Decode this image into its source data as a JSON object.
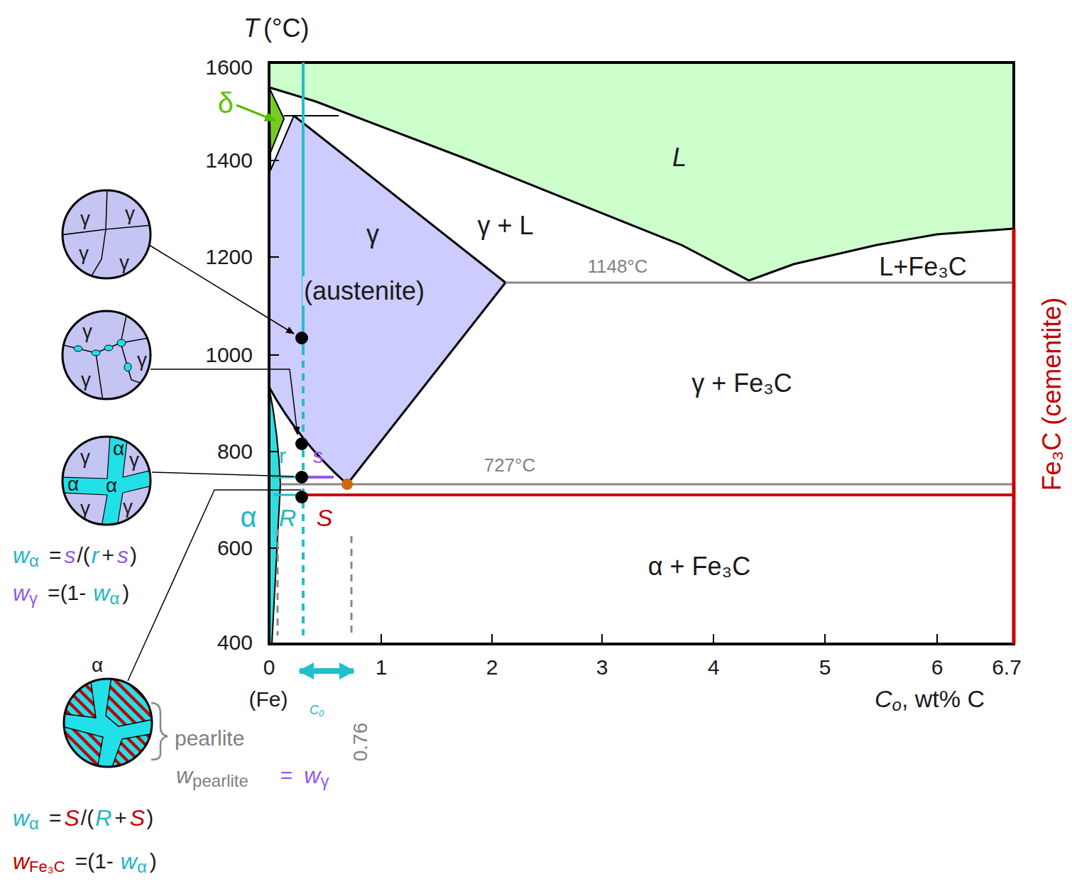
{
  "diagram": {
    "nodes": [
      {
        "text": [
          "γ",
          "γ",
          "γ",
          "γ"
        ]
      },
      {
        "text": [
          "γ",
          "γ",
          "γ"
        ]
      },
      {
        "text": [
          "γ",
          "α",
          "γ",
          "α",
          "α",
          "γ",
          "γ"
        ]
      },
      {
        "text": [
          "α"
        ]
      }
    ],
    "labels": [
      "T",
      "(°C)",
      "1600",
      "1400",
      "1200",
      "1000",
      "800",
      "600",
      "400",
      "0",
      "1",
      "2",
      "3",
      "4",
      "5",
      "6",
      "6.7",
      "(Fe)",
      "C",
      "0",
      "0.76",
      "C",
      "o",
      ", wt% C",
      "L",
      "γ + L",
      "γ",
      "(austenite)",
      "1148°C",
      "L+Fe₃C",
      "γ + Fe₃C",
      "727°C",
      "α + Fe₃C",
      "Fe₃C (cementite)",
      "δ",
      "r",
      "s",
      "α",
      "R",
      "S",
      "w",
      "α",
      "=",
      "s",
      "/(",
      "r",
      "+",
      "s",
      ")",
      "w",
      "γ",
      "=(1-",
      "w",
      "α",
      ")",
      "pearlite",
      "w",
      "pearlite",
      "=",
      "w",
      "γ",
      "w",
      "α",
      "=",
      "S",
      "/(",
      "R",
      "+",
      "S",
      ")",
      "w",
      "Fe₃C",
      "=(1-",
      "w",
      "α",
      ")"
    ]
  }
}
